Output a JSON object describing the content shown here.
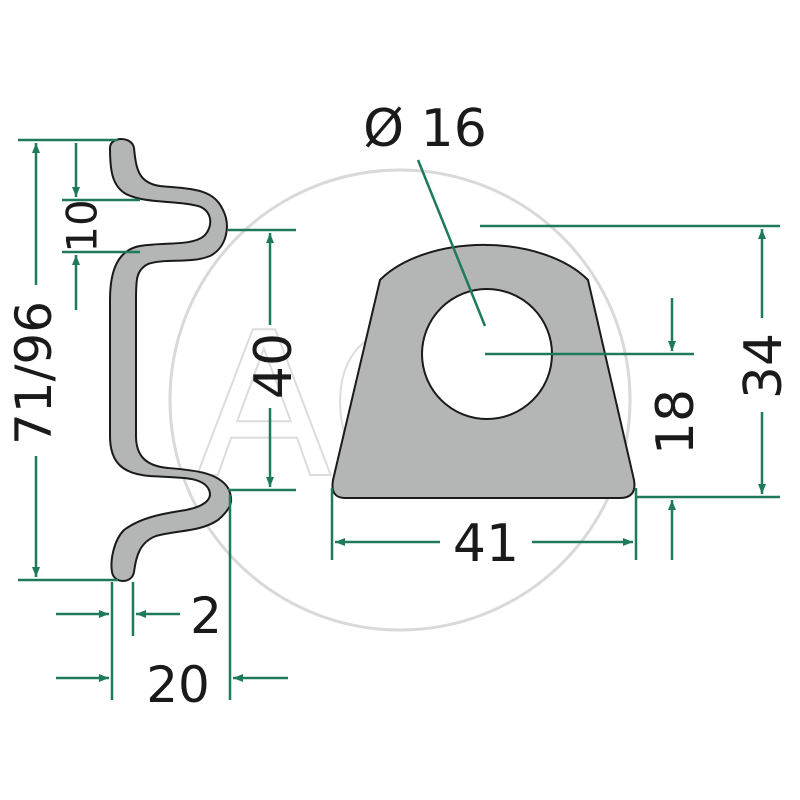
{
  "colors": {
    "dimension": "#1f7a5c",
    "part_fill": "#b4b6b5",
    "outline": "#1a1a1a",
    "watermark": "#d9d9d9",
    "text": "#1a1a1a"
  },
  "watermark": {
    "text": "AGP"
  },
  "dimensions": {
    "overall_height": "71/96",
    "top_offset": "10",
    "bend_height": "40",
    "thickness": "2",
    "depth": "20",
    "hole_diameter": "Ø 16",
    "width": "41",
    "hole_center_height": "18",
    "plate_height": "34"
  }
}
